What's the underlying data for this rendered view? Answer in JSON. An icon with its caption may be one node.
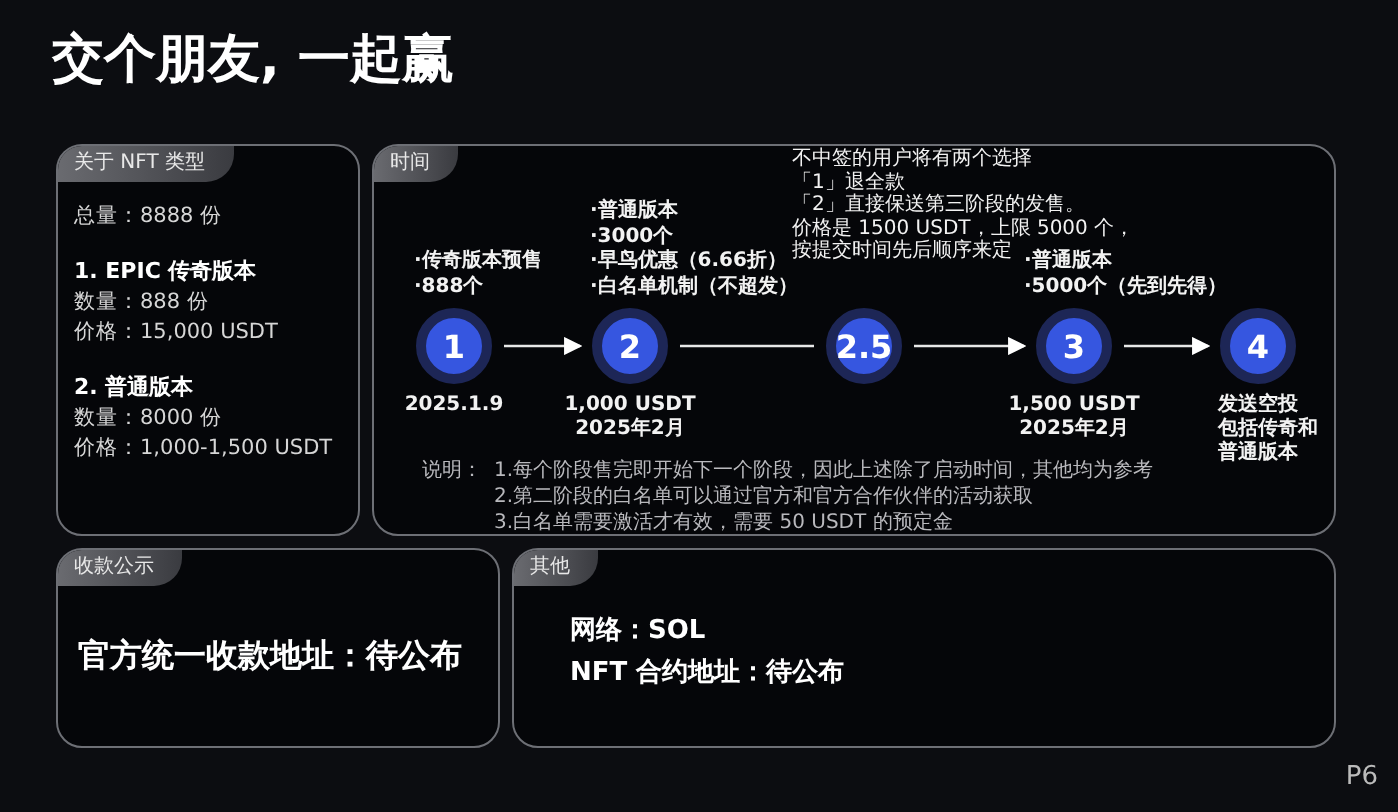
{
  "diagram": {
    "title": "交个朋友, 一起赢",
    "nodes": [
      {
        "text": [
          "关于 NFT 类型",
          "总量：8888 份",
          "1. EPIC 传奇版本",
          "数量：888 份",
          "价格：15,000 USDT",
          "2. 普通版本",
          "数量：8000 份",
          "价格：1,000-1,500 USDT"
        ]
      },
      {
        "text": [
          "时间",
          "说明：",
          "1.每个阶段售完即开始下一个阶段，因此上述除了启动时间，其他均为参考",
          "2.第二阶段的白名单可以通过官方和官方合作伙伴的活动获取",
          "3.白名单需要激活才有效，需要 50 USDT 的预定金"
        ]
      },
      {
        "text": [
          "1"
        ],
        "in": 1,
        "beside": [
          "·传奇版本预售",
          "·888个",
          "2025.1.9"
        ]
      },
      {
        "text": [
          "2"
        ],
        "in": 1,
        "beside": [
          "·普通版本",
          "·3000个",
          "·早鸟优惠（6.66折）",
          "·白名单机制（不超发）",
          "1,000 USDT",
          "2025年2月"
        ]
      },
      {
        "text": [
          "2.5"
        ],
        "in": 1,
        "beside": [
          "不中签的用户将有两个选择",
          "「1」退全款",
          "「2」直接保送第三阶段的发售。",
          "价格是 1500 USDT，上限 5000 个，",
          "按提交时间先后顺序来定"
        ]
      },
      {
        "text": [
          "3"
        ],
        "in": 1,
        "beside": [
          "·普通版本",
          "·5000个（先到先得）",
          "1,500 USDT",
          "2025年2月"
        ]
      },
      {
        "text": [
          "4"
        ],
        "in": 1,
        "beside": [
          "发送空投",
          "包括传奇和普通版本"
        ]
      },
      {
        "text": [
          "收款公示",
          "官方统一收款地址：待公布"
        ]
      },
      {
        "text": [
          "其他",
          "网络：SOL",
          "NFT 合约地址：待公布"
        ]
      }
    ],
    "edges": [
      {
        "from": 2,
        "to": 3,
        "arrow": "to"
      },
      {
        "from": 3,
        "to": 4,
        "arrow": "none"
      },
      {
        "from": 4,
        "to": 5,
        "arrow": "to"
      },
      {
        "from": 5,
        "to": 6,
        "arrow": "to"
      }
    ],
    "labels": [
      "P6"
    ]
  }
}
